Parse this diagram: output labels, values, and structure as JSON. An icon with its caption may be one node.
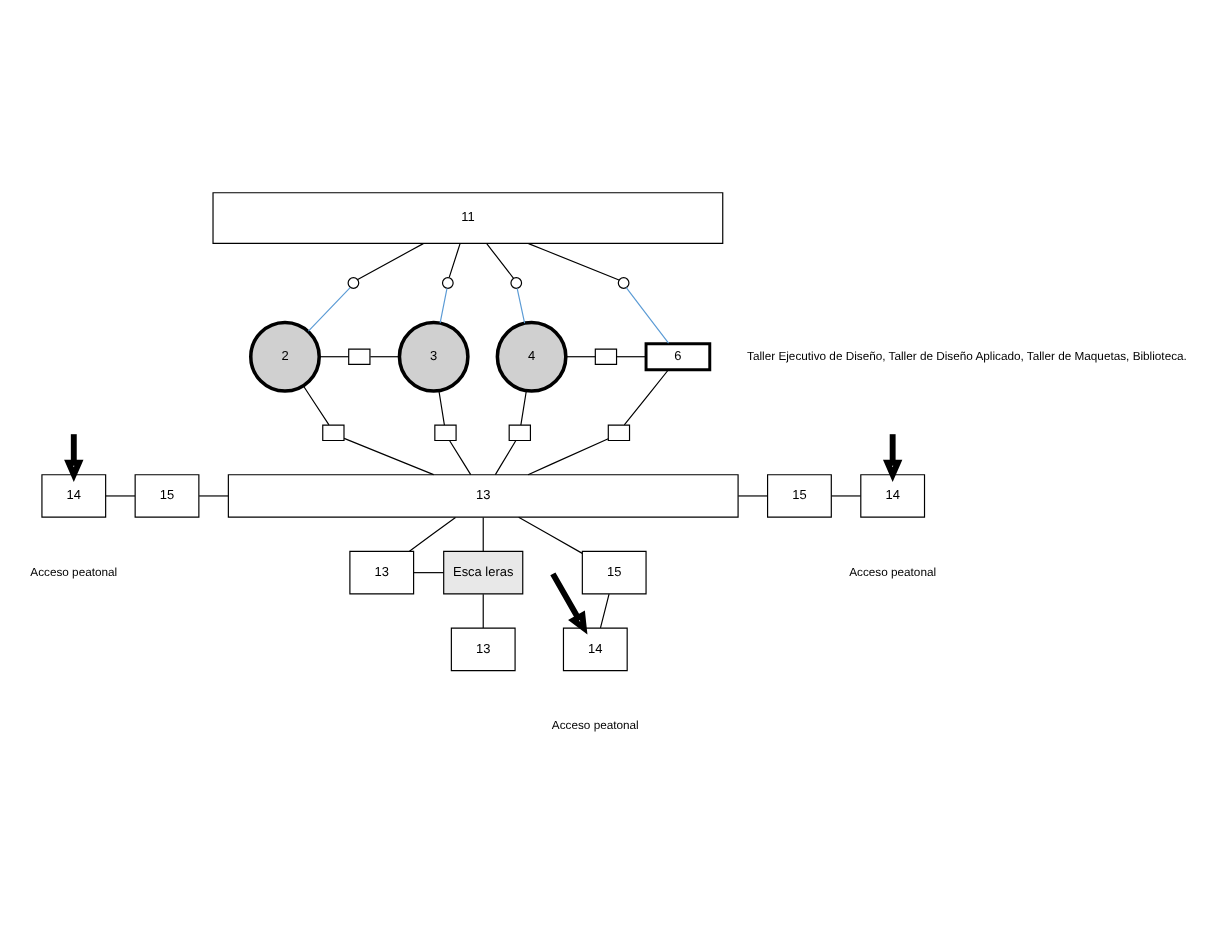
{
  "diagram": {
    "nodes": [
      {
        "text": [
          "11"
        ]
      },
      {
        "text": [],
        "shape": "circle"
      },
      {
        "text": [],
        "shape": "circle"
      },
      {
        "text": [],
        "shape": "circle"
      },
      {
        "text": [],
        "shape": "circle"
      },
      {
        "text": [
          "2"
        ]
      },
      {
        "text": [],
        "shape": "box"
      },
      {
        "text": [
          "3"
        ]
      },
      {
        "text": [
          "4"
        ]
      },
      {
        "text": [],
        "shape": "box"
      },
      {
        "text": [
          "6"
        ]
      },
      {
        "text": [],
        "shape": "box"
      },
      {
        "text": [],
        "shape": "box"
      },
      {
        "text": [],
        "shape": "box"
      },
      {
        "text": [],
        "shape": "box"
      },
      {
        "text": [
          "15"
        ]
      },
      {
        "text": [
          "14"
        ]
      },
      {
        "text": [
          "13"
        ]
      },
      {
        "text": [
          "15"
        ]
      },
      {
        "text": [
          "14"
        ]
      },
      {
        "text": [
          "13"
        ]
      },
      {
        "text": [
          "Esca leras"
        ]
      },
      {
        "text": [
          "15"
        ]
      },
      {
        "text": [
          "14"
        ]
      },
      {
        "text": [
          "13"
        ]
      }
    ],
    "edges": [
      {
        "from": 0,
        "to": 1,
        "arrow": "none"
      },
      {
        "from": 0,
        "to": 2,
        "arrow": "none"
      },
      {
        "from": 0,
        "to": 3,
        "arrow": "none"
      },
      {
        "from": 0,
        "to": 4,
        "arrow": "none"
      },
      {
        "from": 1,
        "to": 5,
        "arrow": "none",
        "color": "#5b9bd5"
      },
      {
        "from": 2,
        "to": 7,
        "arrow": "none",
        "color": "#5b9bd5"
      },
      {
        "from": 3,
        "to": 8,
        "arrow": "none",
        "color": "#5b9bd5"
      },
      {
        "from": 4,
        "to": 10,
        "arrow": "none",
        "color": "#5b9bd5"
      },
      {
        "from": 5,
        "to": 6,
        "arrow": "none"
      },
      {
        "from": 6,
        "to": 7,
        "arrow": "none"
      },
      {
        "from": 8,
        "to": 9,
        "arrow": "none"
      },
      {
        "from": 9,
        "to": 10,
        "arrow": "none"
      },
      {
        "from": 5,
        "to": 11,
        "arrow": "none"
      },
      {
        "from": 11,
        "to": 17,
        "arrow": "none"
      },
      {
        "from": 7,
        "to": 12,
        "arrow": "none"
      },
      {
        "from": 12,
        "to": 17,
        "arrow": "none"
      },
      {
        "from": 8,
        "to": 13,
        "arrow": "none"
      },
      {
        "from": 13,
        "to": 17,
        "arrow": "none"
      },
      {
        "from": 10,
        "to": 14,
        "arrow": "none"
      },
      {
        "from": 14,
        "to": 17,
        "arrow": "none"
      },
      {
        "from": 16,
        "to": 15,
        "arrow": "none"
      },
      {
        "from": 15,
        "to": 17,
        "arrow": "none"
      },
      {
        "from": 17,
        "to": 18,
        "arrow": "none"
      },
      {
        "from": 18,
        "to": 19,
        "arrow": "none"
      },
      {
        "from": 17,
        "to": 22,
        "arrow": "none"
      },
      {
        "from": 22,
        "to": 23,
        "arrow": "none"
      },
      {
        "from": 17,
        "to": 20,
        "arrow": "none"
      },
      {
        "from": 17,
        "to": 21,
        "arrow": "none"
      },
      {
        "from": 20,
        "to": 21,
        "arrow": "none"
      },
      {
        "from": 21,
        "to": 24,
        "arrow": "none"
      },
      {
        "from": null,
        "to": 16,
        "arrow": "to",
        "style": "thick"
      },
      {
        "from": null,
        "to": 19,
        "arrow": "to",
        "style": "thick"
      },
      {
        "from": null,
        "to": 23,
        "arrow": "to",
        "style": "thick"
      }
    ],
    "labels": [
      "Taller Ejecutivo de Diseño, Taller de Diseño Aplicado, Taller de Maquetas, Biblioteca.",
      "Acceso peatonal",
      "Acceso peatonal",
      "Acceso peatonal"
    ]
  }
}
